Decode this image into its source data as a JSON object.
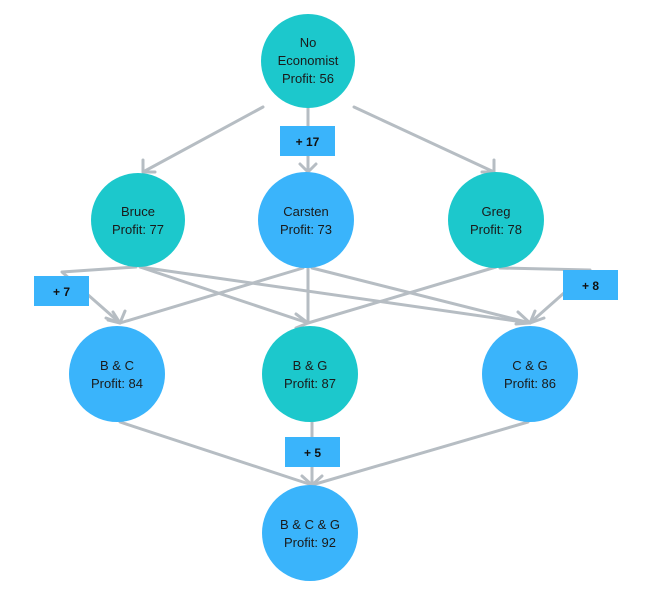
{
  "colors": {
    "teal": "#1cc8cc",
    "blue": "#3ab4fb",
    "edge": "#b6bdc3",
    "badge": "#3ab4fb"
  },
  "nodes": {
    "none": {
      "line1": "No",
      "line2": "Economist",
      "line3": "Profit: 56",
      "color": "teal"
    },
    "bruce": {
      "line1": "Bruce",
      "line2": "Profit: 77",
      "color": "teal"
    },
    "carsten": {
      "line1": "Carsten",
      "line2": "Profit: 73",
      "color": "blue"
    },
    "greg": {
      "line1": "Greg",
      "line2": "Profit: 78",
      "color": "teal"
    },
    "bc": {
      "line1": "B & C",
      "line2": "Profit: 84",
      "color": "blue"
    },
    "bg": {
      "line1": "B & G",
      "line2": "Profit: 87",
      "color": "teal"
    },
    "cg": {
      "line1": "C & G",
      "line2": "Profit: 86",
      "color": "blue"
    },
    "bcg": {
      "line1": "B & C & G",
      "line2": "Profit: 92",
      "color": "blue"
    }
  },
  "badges": {
    "b1": "+ 17",
    "b2": "+ 7",
    "b3": "+ 8",
    "b4": "+ 5"
  }
}
